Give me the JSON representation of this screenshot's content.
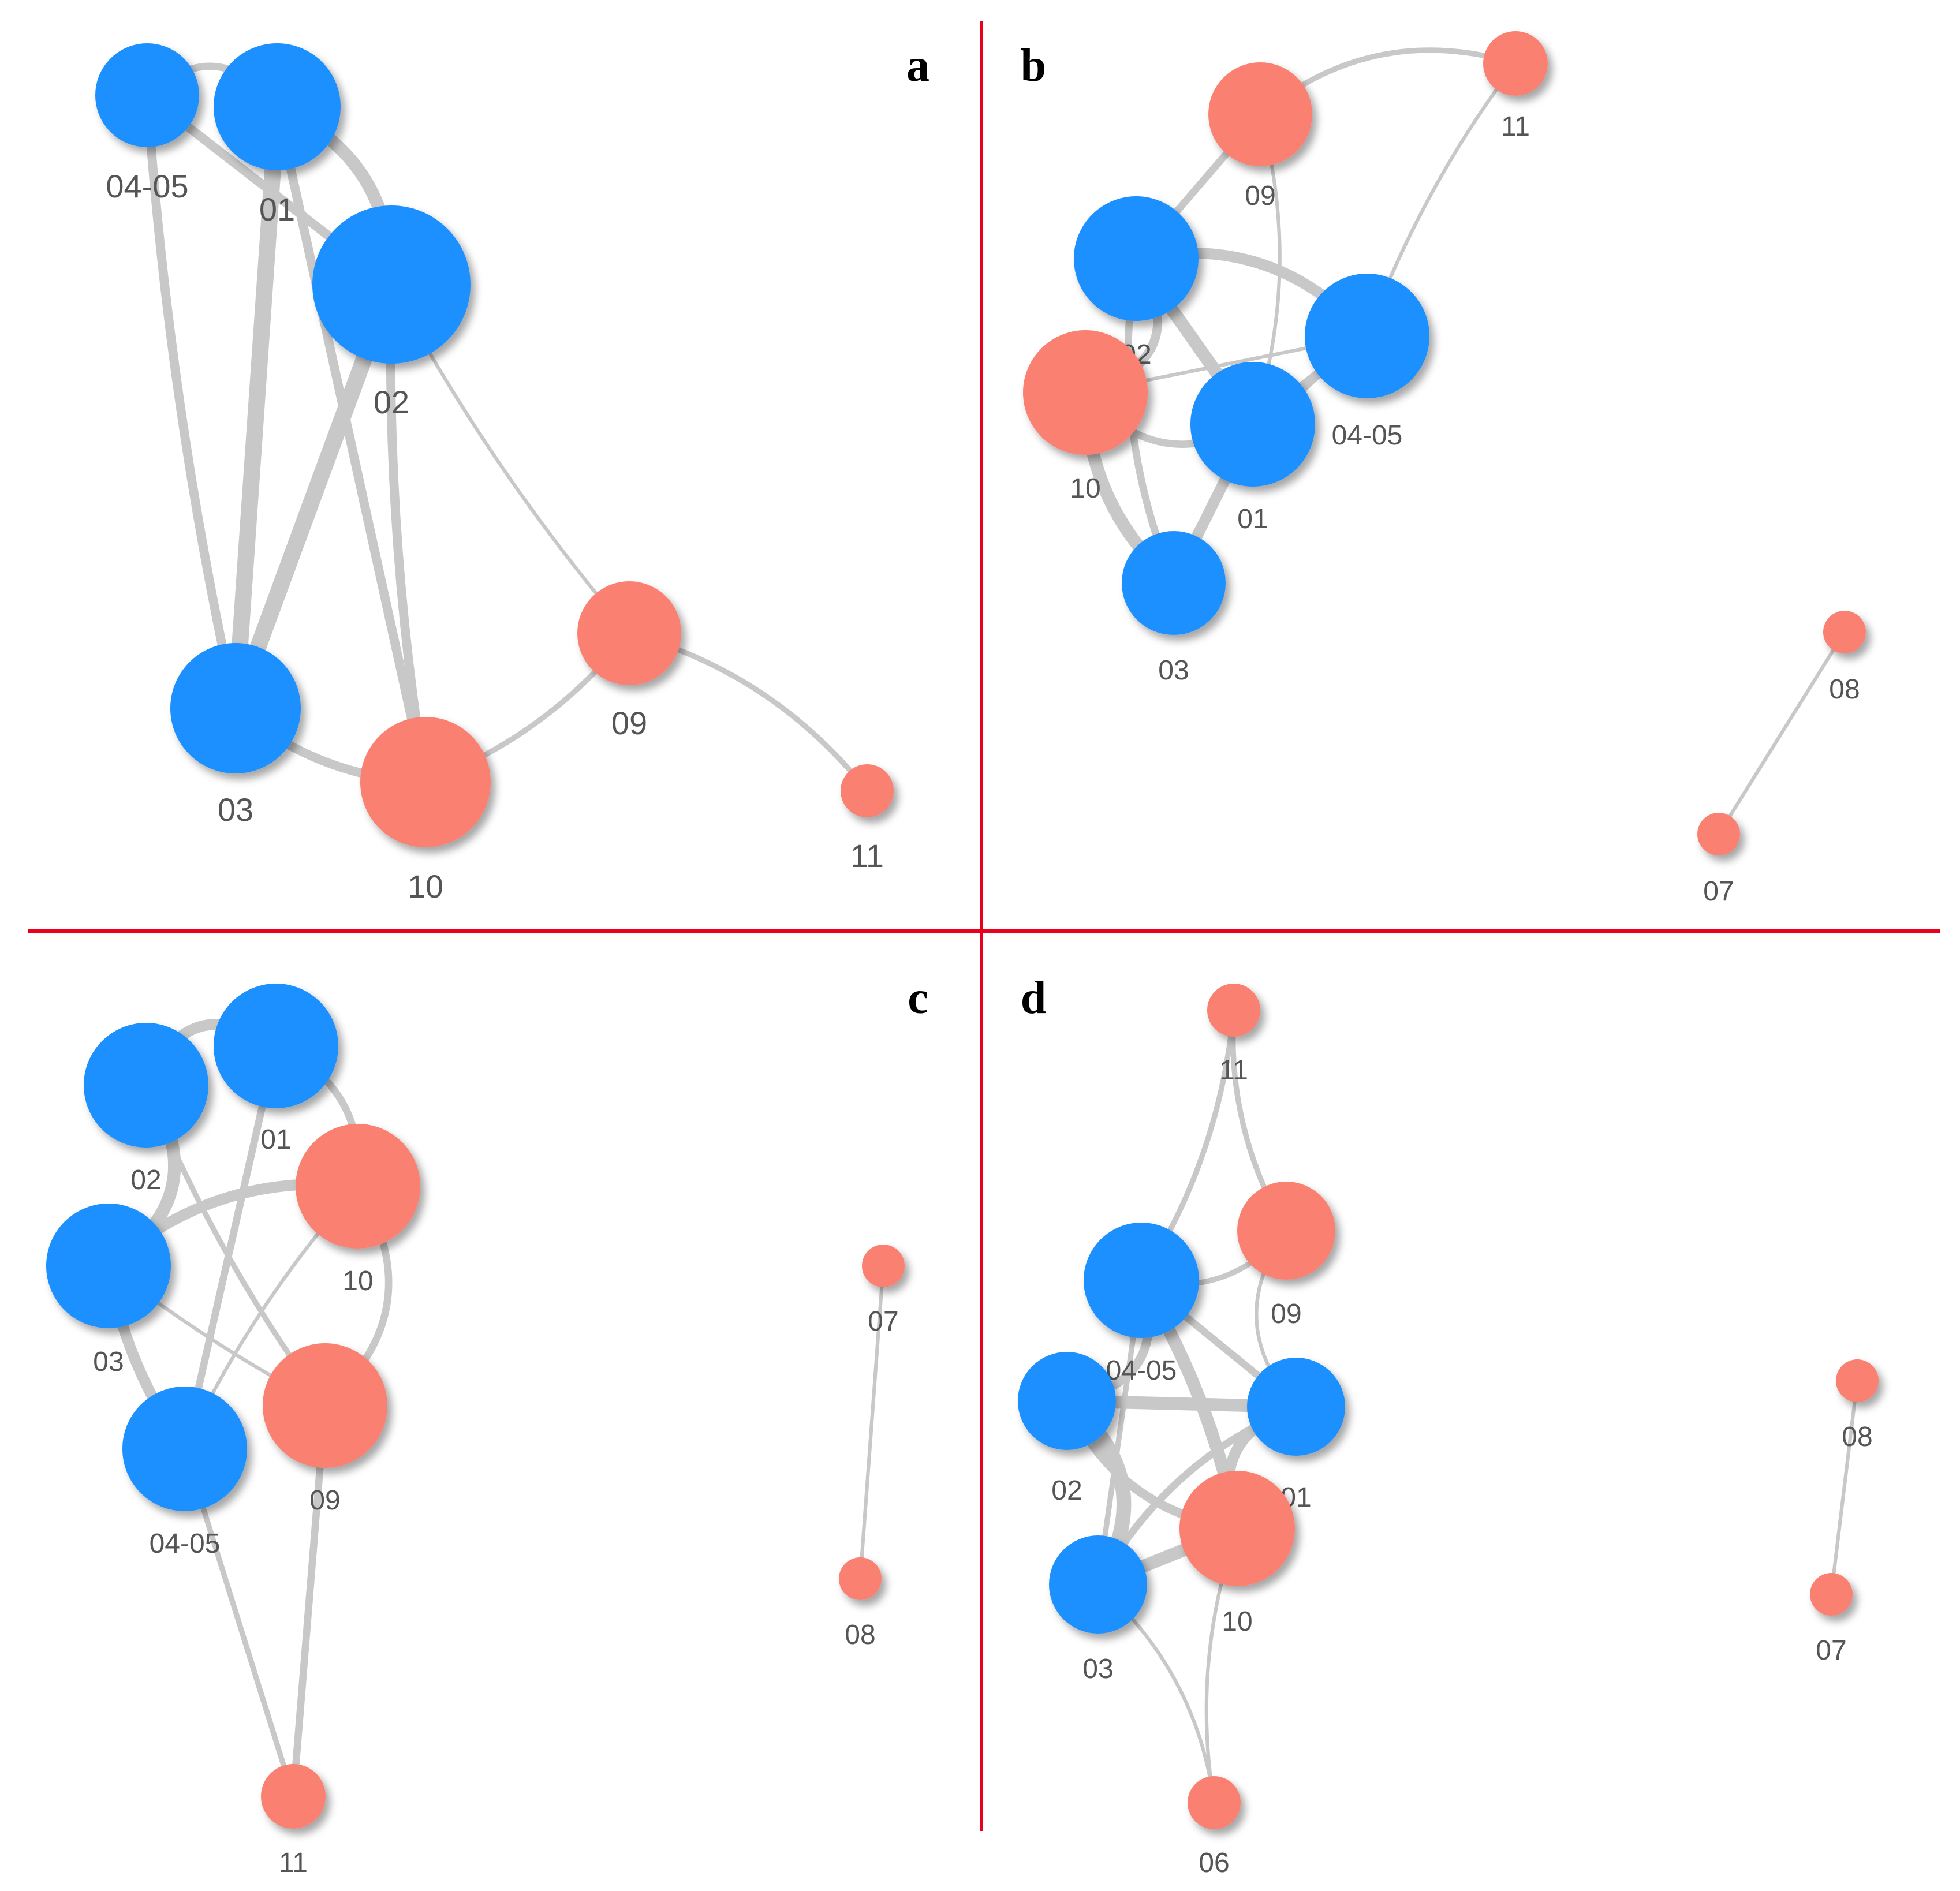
{
  "colors": {
    "blue": "#1e90ff",
    "salmon": "#fa8072",
    "edge": "#c8c8c8",
    "divider": "#e8001c"
  },
  "panels": [
    {
      "letter": "a",
      "nodes": [
        {
          "id": "04-05",
          "label": "04-05",
          "color": "blue"
        },
        {
          "id": "01",
          "label": "01",
          "color": "blue"
        },
        {
          "id": "02",
          "label": "02",
          "color": "blue"
        },
        {
          "id": "03",
          "label": "03",
          "color": "blue"
        },
        {
          "id": "10",
          "label": "10",
          "color": "salmon"
        },
        {
          "id": "09",
          "label": "09",
          "color": "salmon"
        },
        {
          "id": "11",
          "label": "11",
          "color": "salmon"
        }
      ],
      "edges": [
        {
          "source": "04-05",
          "target": "01",
          "weight": 3
        },
        {
          "source": "04-05",
          "target": "02",
          "weight": 4
        },
        {
          "source": "04-05",
          "target": "03",
          "weight": 4
        },
        {
          "source": "01",
          "target": "02",
          "weight": 6
        },
        {
          "source": "01",
          "target": "03",
          "weight": 8
        },
        {
          "source": "01",
          "target": "10",
          "weight": 4
        },
        {
          "source": "02",
          "target": "03",
          "weight": 8
        },
        {
          "source": "02",
          "target": "10",
          "weight": 4
        },
        {
          "source": "02",
          "target": "09",
          "weight": 1
        },
        {
          "source": "03",
          "target": "10",
          "weight": 4
        },
        {
          "source": "10",
          "target": "09",
          "weight": 2
        },
        {
          "source": "09",
          "target": "11",
          "weight": 2
        }
      ]
    },
    {
      "letter": "b",
      "nodes": [
        {
          "id": "09",
          "label": "09",
          "color": "salmon"
        },
        {
          "id": "11",
          "label": "11",
          "color": "salmon"
        },
        {
          "id": "02",
          "label": "02",
          "color": "blue"
        },
        {
          "id": "04-05",
          "label": "04-05",
          "color": "blue"
        },
        {
          "id": "10",
          "label": "10",
          "color": "salmon"
        },
        {
          "id": "01",
          "label": "01",
          "color": "blue"
        },
        {
          "id": "03",
          "label": "03",
          "color": "blue"
        },
        {
          "id": "08",
          "label": "08",
          "color": "salmon"
        },
        {
          "id": "07",
          "label": "07",
          "color": "salmon"
        }
      ],
      "edges": [
        {
          "source": "09",
          "target": "11",
          "weight": 2
        },
        {
          "source": "09",
          "target": "02",
          "weight": 3
        },
        {
          "source": "09",
          "target": "01",
          "weight": 1
        },
        {
          "source": "11",
          "target": "04-05",
          "weight": 1
        },
        {
          "source": "02",
          "target": "04-05",
          "weight": 5
        },
        {
          "source": "02",
          "target": "10",
          "weight": 4
        },
        {
          "source": "02",
          "target": "01",
          "weight": 6
        },
        {
          "source": "02",
          "target": "03",
          "weight": 3
        },
        {
          "source": "10",
          "target": "01",
          "weight": 3
        },
        {
          "source": "10",
          "target": "03",
          "weight": 6
        },
        {
          "source": "10",
          "target": "04-05",
          "weight": 1
        },
        {
          "source": "01",
          "target": "04-05",
          "weight": 4
        },
        {
          "source": "01",
          "target": "03",
          "weight": 5
        },
        {
          "source": "03",
          "target": "04-05",
          "weight": 3
        },
        {
          "source": "08",
          "target": "07",
          "weight": 1
        }
      ]
    },
    {
      "letter": "c",
      "nodes": [
        {
          "id": "02",
          "label": "02",
          "color": "blue"
        },
        {
          "id": "01",
          "label": "01",
          "color": "blue"
        },
        {
          "id": "10",
          "label": "10",
          "color": "salmon"
        },
        {
          "id": "03",
          "label": "03",
          "color": "blue"
        },
        {
          "id": "04-05",
          "label": "04-05",
          "color": "blue"
        },
        {
          "id": "09",
          "label": "09",
          "color": "salmon"
        },
        {
          "id": "11",
          "label": "11",
          "color": "salmon"
        },
        {
          "id": "07",
          "label": "07",
          "color": "salmon"
        },
        {
          "id": "08",
          "label": "08",
          "color": "salmon"
        }
      ],
      "edges": [
        {
          "source": "02",
          "target": "01",
          "weight": 5
        },
        {
          "source": "02",
          "target": "03",
          "weight": 6
        },
        {
          "source": "02",
          "target": "09",
          "weight": 2
        },
        {
          "source": "01",
          "target": "10",
          "weight": 3
        },
        {
          "source": "01",
          "target": "04-05",
          "weight": 3
        },
        {
          "source": "10",
          "target": "03",
          "weight": 5
        },
        {
          "source": "10",
          "target": "09",
          "weight": 3
        },
        {
          "source": "10",
          "target": "04-05",
          "weight": 1
        },
        {
          "source": "03",
          "target": "04-05",
          "weight": 5
        },
        {
          "source": "03",
          "target": "09",
          "weight": 1
        },
        {
          "source": "04-05",
          "target": "11",
          "weight": 2
        },
        {
          "source": "09",
          "target": "11",
          "weight": 3
        },
        {
          "source": "07",
          "target": "08",
          "weight": 1
        }
      ]
    },
    {
      "letter": "d",
      "nodes": [
        {
          "id": "11",
          "label": "11",
          "color": "salmon"
        },
        {
          "id": "09",
          "label": "09",
          "color": "salmon"
        },
        {
          "id": "04-05",
          "label": "04-05",
          "color": "blue"
        },
        {
          "id": "02",
          "label": "02",
          "color": "blue"
        },
        {
          "id": "01",
          "label": "01",
          "color": "blue"
        },
        {
          "id": "10",
          "label": "10",
          "color": "salmon"
        },
        {
          "id": "03",
          "label": "03",
          "color": "blue"
        },
        {
          "id": "06",
          "label": "06",
          "color": "salmon"
        },
        {
          "id": "08",
          "label": "08",
          "color": "salmon"
        },
        {
          "id": "07",
          "label": "07",
          "color": "salmon"
        }
      ],
      "edges": [
        {
          "source": "11",
          "target": "04-05",
          "weight": 2
        },
        {
          "source": "11",
          "target": "09",
          "weight": 2
        },
        {
          "source": "09",
          "target": "04-05",
          "weight": 2
        },
        {
          "source": "09",
          "target": "01",
          "weight": 1
        },
        {
          "source": "04-05",
          "target": "02",
          "weight": 4
        },
        {
          "source": "04-05",
          "target": "01",
          "weight": 3
        },
        {
          "source": "04-05",
          "target": "10",
          "weight": 6
        },
        {
          "source": "04-05",
          "target": "03",
          "weight": 2
        },
        {
          "source": "02",
          "target": "01",
          "weight": 6
        },
        {
          "source": "02",
          "target": "03",
          "weight": 7
        },
        {
          "source": "02",
          "target": "10",
          "weight": 4
        },
        {
          "source": "01",
          "target": "10",
          "weight": 5
        },
        {
          "source": "01",
          "target": "03",
          "weight": 3
        },
        {
          "source": "10",
          "target": "03",
          "weight": 6
        },
        {
          "source": "10",
          "target": "06",
          "weight": 1
        },
        {
          "source": "03",
          "target": "06",
          "weight": 1
        },
        {
          "source": "08",
          "target": "07",
          "weight": 1
        }
      ]
    }
  ]
}
